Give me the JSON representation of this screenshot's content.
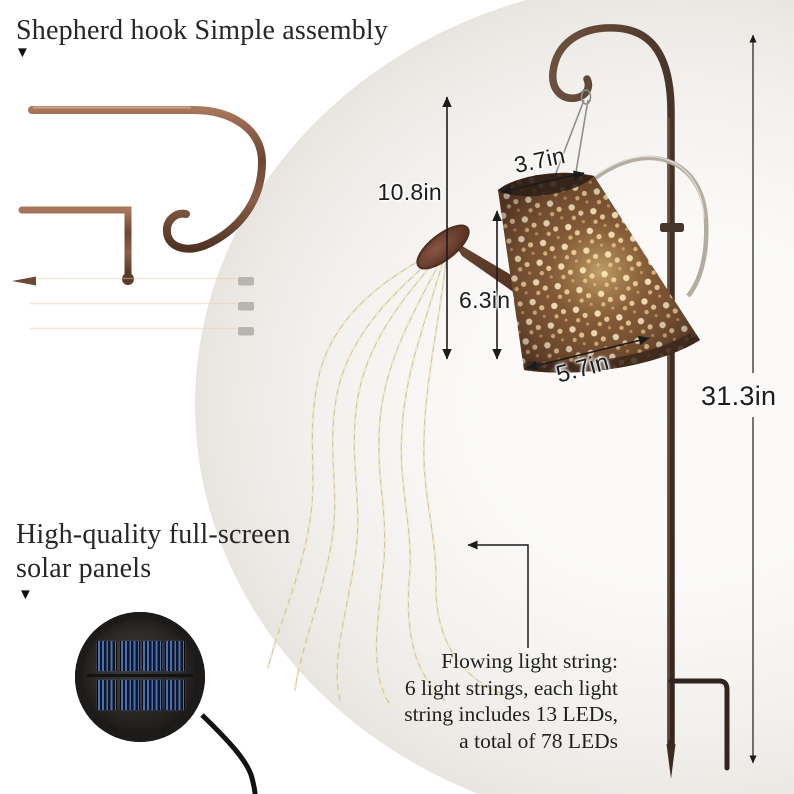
{
  "assembly": {
    "title": "Shepherd hook Simple assembly",
    "marker_glyph": "▼"
  },
  "solar": {
    "title": "High-quality full-screen\nsolar panels",
    "marker_glyph": "▼"
  },
  "flowing": {
    "lines": [
      "Flowing light string:",
      "6 light strings, each light",
      "string includes 13 LEDs,",
      "a total of 78 LEDs"
    ]
  },
  "measurements": {
    "hang_height": "10.8in",
    "opening_width": "3.7in",
    "can_height": "6.3in",
    "base_width": "5.7in",
    "pole_height": "31.3in"
  },
  "colors": {
    "copper": "#7a5038",
    "pole_brown": "#4e3a2c",
    "solar_cell_blue": "#4d6fb0",
    "glow_gold": "#f5d78e",
    "spotlight_gray": "#efede9",
    "text_dark": "#1f1f1f"
  }
}
